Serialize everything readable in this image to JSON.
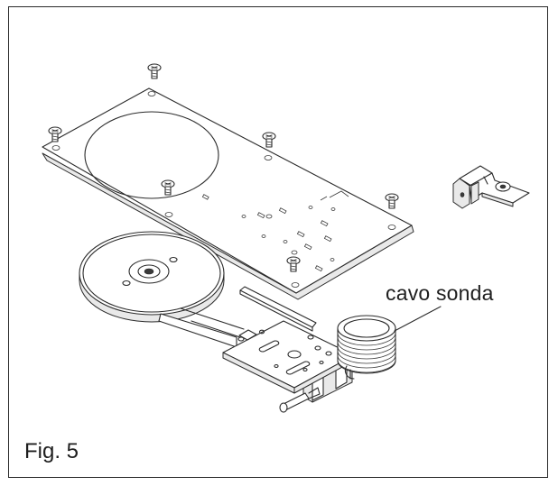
{
  "figure_label": "Fig. 5",
  "callout_label": "cavo sonda",
  "parts": [
    "mounting-plate",
    "screws",
    "sensor-disc",
    "thermostat-bracket",
    "capillary-coil",
    "clip-bracket"
  ]
}
